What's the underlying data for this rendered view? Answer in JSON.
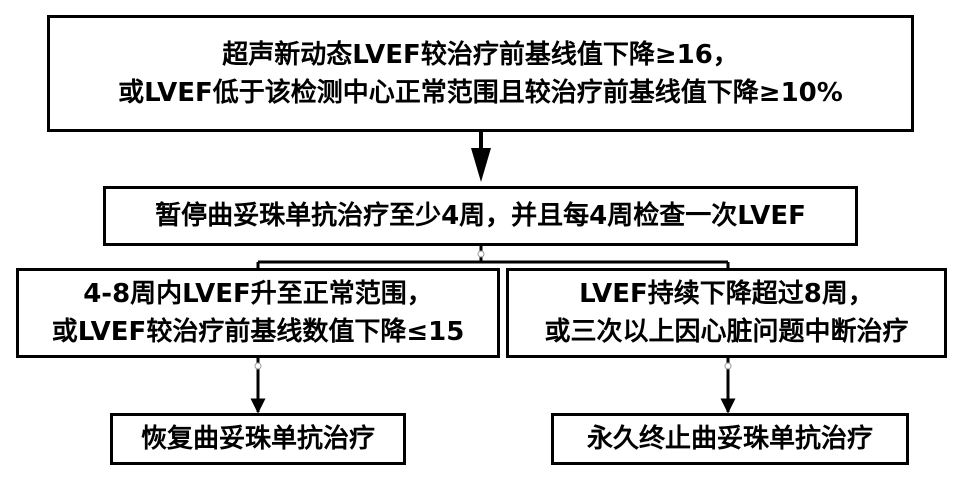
{
  "nodes": {
    "criteria": {
      "line1": "超声新动态LVEF较治疗前基线值下降≥16，",
      "line2": "或LVEF低于该检测中心正常范围且较治疗前基线值下降≥10%"
    },
    "pause": {
      "line1": "暂停曲妥珠单抗治疗至少4周，并且每4周检查一次LVEF"
    },
    "recovered": {
      "line1": "4-8周内LVEF升至正常范围，",
      "line2": "或LVEF较治疗前基线数值下降≤15"
    },
    "persistent": {
      "line1": "LVEF持续下降超过8周，",
      "line2": "或三次以上因心脏问题中断治疗"
    },
    "resume": {
      "line1": "恢复曲妥珠单抗治疗"
    },
    "stop": {
      "line1": "永久终止曲妥珠单抗治疗"
    }
  },
  "edges": [
    {
      "from": "criteria",
      "to": "pause"
    },
    {
      "from": "pause",
      "to": "recovered"
    },
    {
      "from": "pause",
      "to": "persistent"
    },
    {
      "from": "recovered",
      "to": "resume"
    },
    {
      "from": "persistent",
      "to": "stop"
    }
  ],
  "colors": {
    "stroke": "#000000",
    "text": "#000000",
    "background": "#ffffff"
  }
}
